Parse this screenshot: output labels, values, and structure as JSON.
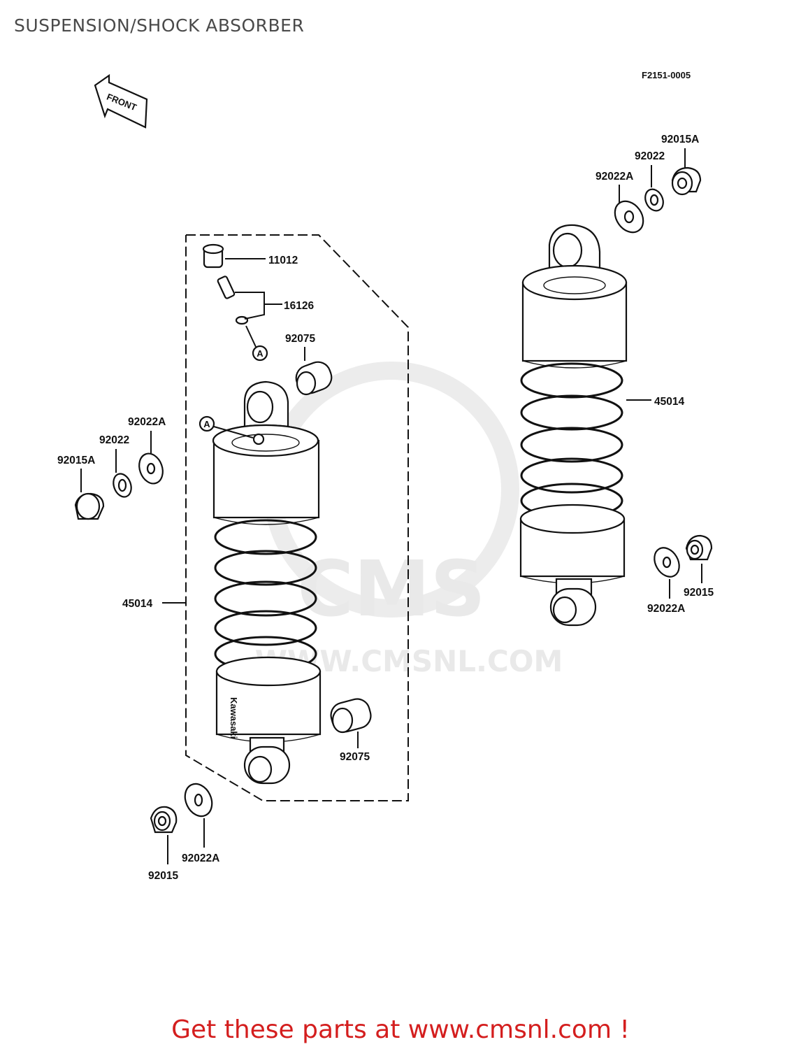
{
  "header": {
    "title": "SUSPENSION/SHOCK ABSORBER"
  },
  "diagram": {
    "figure_code": "F2151-0005",
    "front_arrow_label": "FRONT",
    "callout_marker": "A",
    "body_marking": "Kawasaki",
    "parts": [
      {
        "id": "p-11012",
        "number": "11012"
      },
      {
        "id": "p-16126",
        "number": "16126"
      },
      {
        "id": "p-92075-top",
        "number": "92075"
      },
      {
        "id": "p-92075-bottom",
        "number": "92075"
      },
      {
        "id": "p-45014-left",
        "number": "45014"
      },
      {
        "id": "p-45014-right",
        "number": "45014"
      },
      {
        "id": "p-92022A-left-top",
        "number": "92022A"
      },
      {
        "id": "p-92022-left",
        "number": "92022"
      },
      {
        "id": "p-92015A-left",
        "number": "92015A"
      },
      {
        "id": "p-92022A-left-bottom",
        "number": "92022A"
      },
      {
        "id": "p-92015-left",
        "number": "92015"
      },
      {
        "id": "p-92015A-right",
        "number": "92015A"
      },
      {
        "id": "p-92022-right",
        "number": "92022"
      },
      {
        "id": "p-92022A-right-top",
        "number": "92022A"
      },
      {
        "id": "p-92015-right",
        "number": "92015"
      },
      {
        "id": "p-92022A-right-bottom",
        "number": "92022A"
      }
    ]
  },
  "watermark": {
    "text": "WWW.CMSNL.COM",
    "logo_text": "CMS"
  },
  "footer": {
    "cta": "Get these parts at www.cmsnl.com !"
  },
  "colors": {
    "cta": "#d41e1e",
    "title": "#4a4a4a",
    "line": "#111111",
    "watermark": "#e9e9e9"
  }
}
